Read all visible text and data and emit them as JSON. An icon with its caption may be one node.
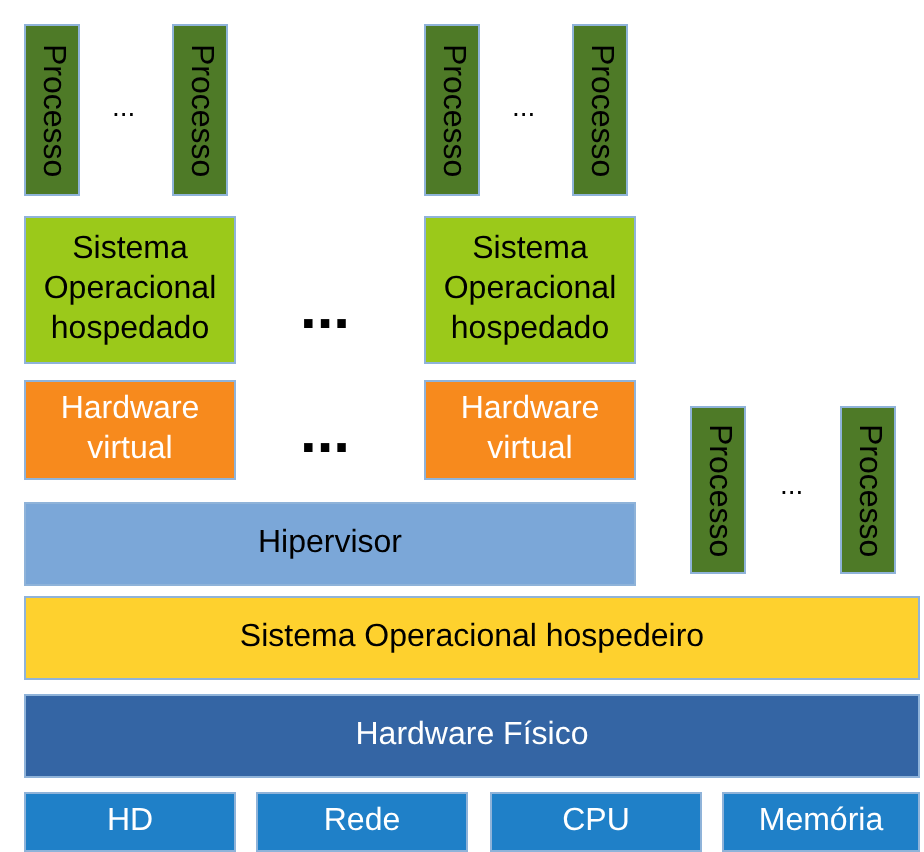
{
  "diagram": {
    "nodes": [
      {
        "text": [
          "Processo"
        ]
      },
      {
        "text": [
          "Processo"
        ]
      },
      {
        "text": [
          "Processo"
        ]
      },
      {
        "text": [
          "Processo"
        ]
      },
      {
        "text": [
          "Sistema Operacional hospedado"
        ]
      },
      {
        "text": [
          "Sistema Operacional hospedado"
        ]
      },
      {
        "text": [
          "Hardware virtual"
        ]
      },
      {
        "text": [
          "Hardware virtual"
        ]
      },
      {
        "text": [
          "Processo"
        ]
      },
      {
        "text": [
          "Processo"
        ]
      },
      {
        "text": [
          "Hipervisor"
        ]
      },
      {
        "text": [
          "Sistema Operacional hospedeiro"
        ]
      },
      {
        "text": [
          "Hardware Físico"
        ]
      },
      {
        "text": [
          "HD"
        ]
      },
      {
        "text": [
          "Rede"
        ]
      },
      {
        "text": [
          "CPU"
        ]
      },
      {
        "text": [
          "Memória"
        ]
      }
    ],
    "labels": [
      "...",
      "...",
      "...",
      "...",
      "..."
    ]
  }
}
